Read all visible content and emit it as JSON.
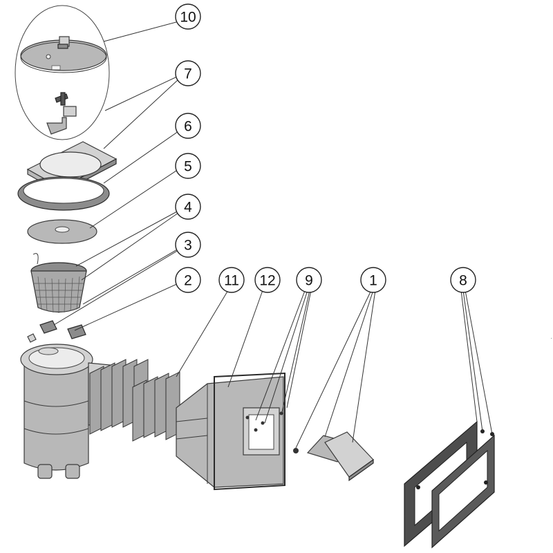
{
  "callouts": [
    {
      "id": "callout-10",
      "label": "10"
    },
    {
      "id": "callout-7",
      "label": "7"
    },
    {
      "id": "callout-6",
      "label": "6"
    },
    {
      "id": "callout-5",
      "label": "5"
    },
    {
      "id": "callout-4",
      "label": "4"
    },
    {
      "id": "callout-3",
      "label": "3"
    },
    {
      "id": "callout-2",
      "label": "2"
    },
    {
      "id": "callout-11",
      "label": "11"
    },
    {
      "id": "callout-12",
      "label": "12"
    },
    {
      "id": "callout-9",
      "label": "9"
    },
    {
      "id": "callout-1",
      "label": "1"
    },
    {
      "id": "callout-8",
      "label": "8"
    }
  ]
}
